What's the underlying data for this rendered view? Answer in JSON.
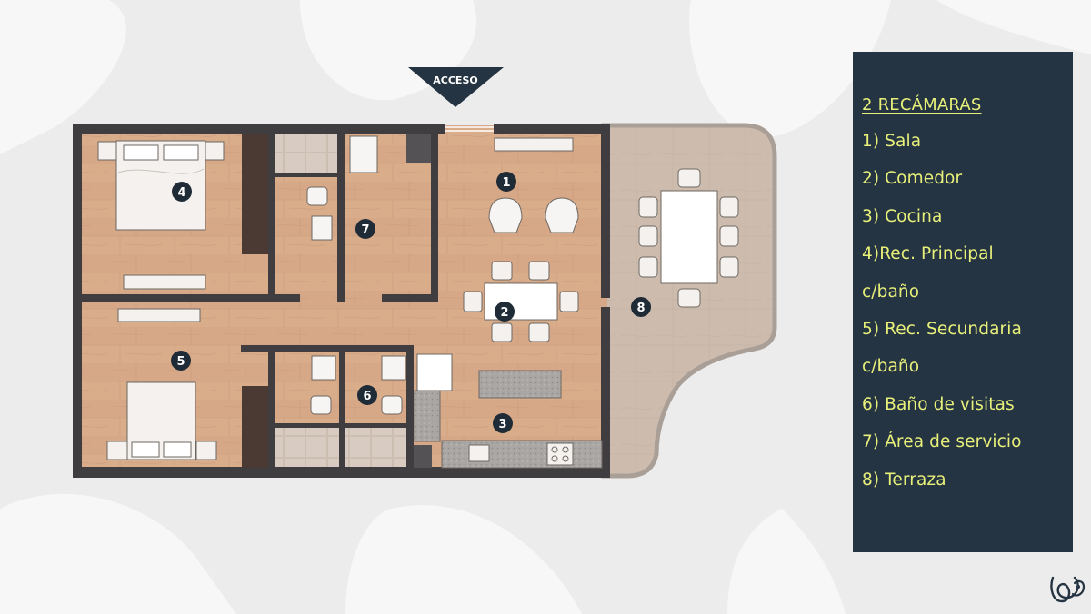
{
  "plan": {
    "access_label": "ACCESO",
    "room_markers": [
      "1",
      "2",
      "3",
      "4",
      "5",
      "6",
      "7",
      "8"
    ]
  },
  "legend": {
    "title": "2 RECÁMARAS",
    "items": [
      "1) Sala",
      "2) Comedor",
      "3) Cocina",
      "4)Rec. Principal",
      "c/baño",
      "5) Rec. Secundaria",
      "c/baño",
      "6) Baño de visitas",
      "7) Área de servicio",
      "8) Terraza"
    ]
  },
  "colors": {
    "panel": "#253442",
    "legend_text": "#e8f07a",
    "wall": "#3f3d40",
    "floor": "#d9ad8a",
    "terrace": "#cdbcad",
    "marker": "#1f2b36"
  },
  "icons": {
    "brand": "brand-logo-icon"
  }
}
